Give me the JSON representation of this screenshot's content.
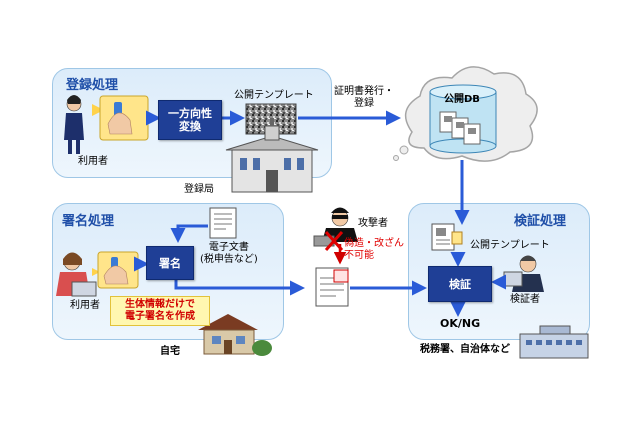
{
  "registration": {
    "title": "登録処理",
    "user_label": "利用者",
    "transform_box": "一方向性\n変換",
    "template_label": "公開テンプレート",
    "authority_label": "登録局"
  },
  "issue_label": "証明書発行・\n登録",
  "database_label": "公開DB",
  "signature": {
    "title": "署名処理",
    "document_label": "電子文書\n(税申告など)",
    "sign_box": "署名",
    "user_label": "利用者",
    "note": "生体情報だけで\n電子署名を作成",
    "home_label": "自宅"
  },
  "attacker": {
    "label": "攻撃者",
    "threat": "偽造・改ざん\n不可能"
  },
  "verification": {
    "title": "検証処理",
    "template_label": "公開テンプレート",
    "verify_box": "検証",
    "verifier_label": "検証者",
    "result_label": "OK/NG",
    "office_label": "税務署、自治体など"
  }
}
